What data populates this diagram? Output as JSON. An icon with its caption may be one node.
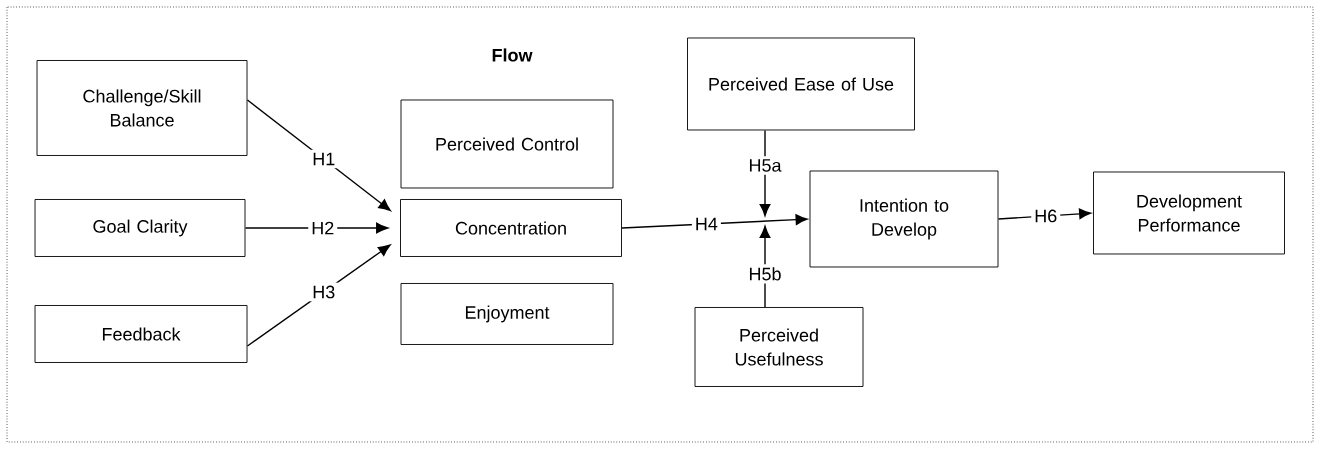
{
  "diagram": {
    "nodes": [
      {
        "text": [
          "Challenge/Skill Balance"
        ]
      },
      {
        "text": [
          "Goal Clarity"
        ]
      },
      {
        "text": [
          "Feedback"
        ]
      },
      {
        "text": [
          "Perceived Control"
        ]
      },
      {
        "text": [
          "Concentration"
        ]
      },
      {
        "text": [
          "Enjoyment"
        ]
      },
      {
        "text": [
          "Perceived Ease of Use"
        ]
      },
      {
        "text": [
          "Intention to Develop"
        ]
      },
      {
        "text": [
          "Development Performance"
        ]
      },
      {
        "text": [
          "Perceived Usefulness"
        ]
      }
    ],
    "edges": [
      {
        "from": 0,
        "to": 4,
        "arrow": "to",
        "label": "H1"
      },
      {
        "from": 1,
        "to": 4,
        "arrow": "to",
        "label": "H2"
      },
      {
        "from": 2,
        "to": 4,
        "arrow": "to",
        "label": "H3"
      },
      {
        "from": 4,
        "to": 7,
        "arrow": "to",
        "label": "H4"
      },
      {
        "from": 6,
        "to": null,
        "arrow": "to",
        "label": "H5a"
      },
      {
        "from": 9,
        "to": null,
        "arrow": "to",
        "label": "H5b"
      },
      {
        "from": 7,
        "to": 8,
        "arrow": "to",
        "label": "H6"
      }
    ],
    "labels": [
      "Flow"
    ]
  }
}
